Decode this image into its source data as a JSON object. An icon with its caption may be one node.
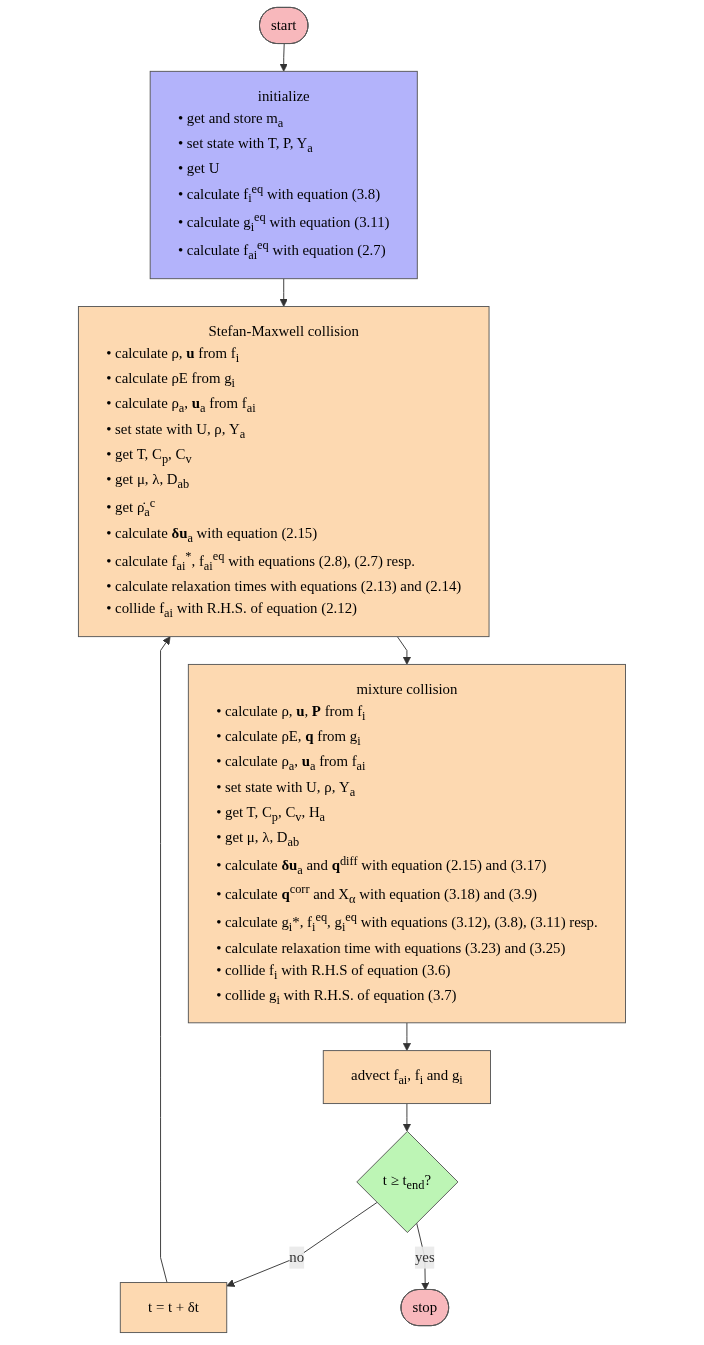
{
  "diagram": {
    "nodes": [
      {
        "text": [
          "start"
        ]
      },
      {
        "text": [
          "initialize",
          "• get and store m$_{a}$",
          "• set state with T, P, Y$_{a}$",
          "• get U",
          "• calculate f$_{i}$$^{eq}$ with equation (3.8)",
          "• calculate g$_{i}$$^{eq}$ with equation (3.11)",
          "• calculate f$_{ai}$$^{eq}$ with equation (2.7)"
        ]
      },
      {
        "text": [
          "Stefan-Maxwell collision",
          "• calculate ρ, **u** from f$_{i}$",
          "• calculate ρE from g$_{i}$",
          "• calculate ρ$_{a}$, **u**$_{a}$ from f$_{ai}$",
          "• set state with U, ρ, Y$_{a}$",
          "• get T, C$_{p}$, C$_{v}$",
          "• get μ, λ, D$_{ab}$",
          "• get ρ̇$_{a}$$^{c}$",
          "• calculate **δu**$_{a}$ with equation (2.15)",
          "• calculate f$_{ai}$$^{*}$, f$_{ai}$$^{eq}$ with equations (2.8), (2.7) resp.",
          "• calculate relaxation times with equations (2.13) and (2.14)",
          "• collide f$_{ai}$ with R.H.S. of equation (2.12)"
        ]
      },
      {
        "text": [
          "mixture collision",
          "• calculate ρ, **u**, **P** from f$_{i}$",
          "• calculate ρE, **q** from g$_{i}$",
          "• calculate ρ$_{a}$, **u**$_{a}$ from f$_{ai}$",
          "• set state with U, ρ, Y$_{a}$",
          "• get T, C$_{p}$, C$_{v}$, H$_{a}$",
          "• get μ, λ, D$_{ab}$",
          "• calculate **δu**$_{a}$ and **q**$^{diff}$ with equation (2.15) and (3.17)",
          "• calculate **q**$^{corr}$ and X$_{α}$ with equation (3.18) and (3.9)",
          "• calculate g$_{i}$*, f$_{i}$$^{eq}$, g$_{i}$$^{eq}$ with equations (3.12), (3.8), (3.11) resp.",
          "• calculate relaxation time with equations (3.23) and (3.25)",
          "• collide f$_{i}$ with R.H.S of equation (3.6)",
          "• collide g$_{i}$ with R.H.S. of equation (3.7)"
        ]
      },
      {
        "text": [
          "advect f$_{ai}$, f$_{i}$ and g$_{i}$"
        ]
      },
      {
        "text": [
          "t ≥ t$_{end}$?"
        ]
      },
      {
        "text": [
          "t = t + δt"
        ]
      },
      {
        "text": [
          "stop"
        ]
      }
    ],
    "edges": [
      {
        "from": 0,
        "to": 1,
        "arrow": "to"
      },
      {
        "from": 1,
        "to": 2,
        "arrow": "to"
      },
      {
        "from": 2,
        "to": 3,
        "arrow": "to"
      },
      {
        "from": 3,
        "to": 4,
        "arrow": "to"
      },
      {
        "from": 4,
        "to": 5,
        "arrow": "to"
      },
      {
        "from": 5,
        "to": 6,
        "label": "no",
        "arrow": "to"
      },
      {
        "from": 6,
        "to": 2,
        "arrow": "to"
      },
      {
        "from": 5,
        "to": 7,
        "label": "yes",
        "arrow": "to"
      }
    ]
  }
}
